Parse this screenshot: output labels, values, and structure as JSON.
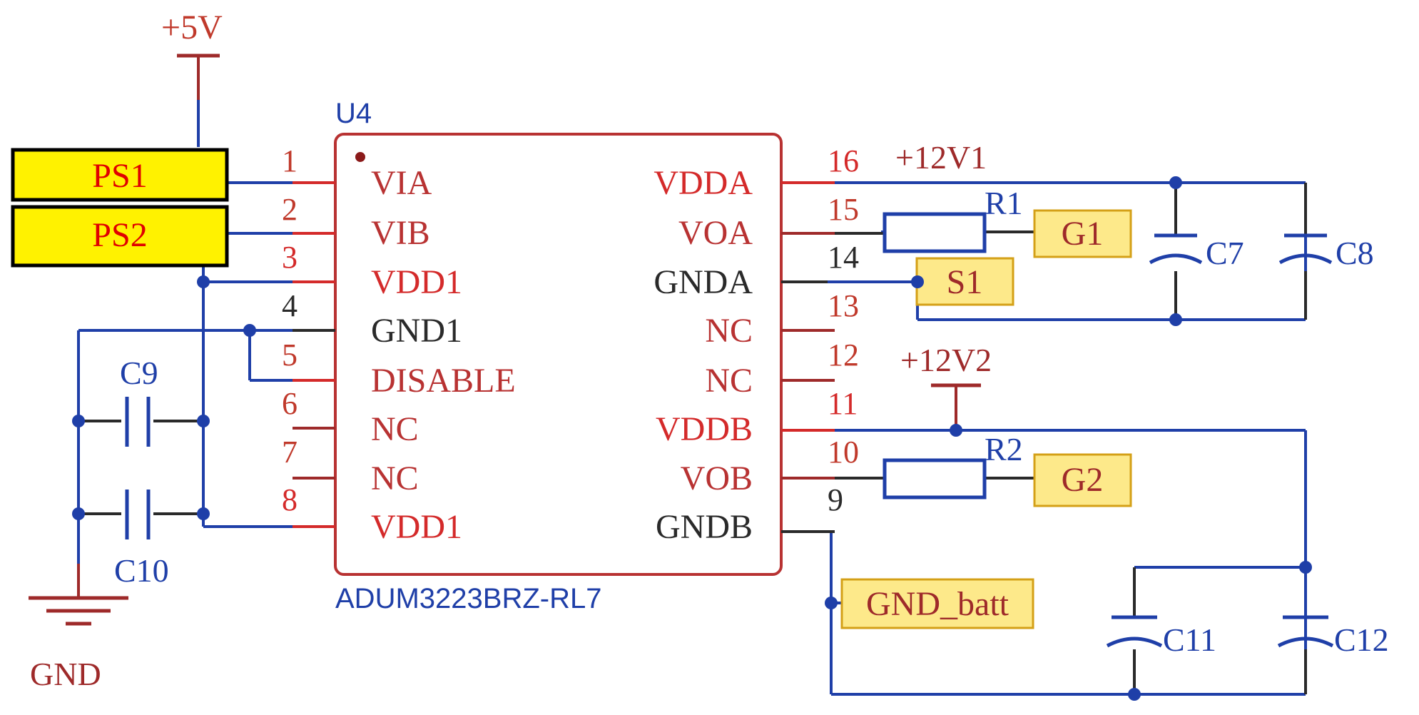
{
  "component": {
    "designator": "U4",
    "part_number": "ADUM3223BRZ-RL7"
  },
  "power": {
    "plus5v": "+5V",
    "gnd": "GND",
    "plus12v1": "+12V1",
    "plus12v2": "+12V2"
  },
  "pins_left": [
    {
      "num": "1",
      "name": "VIA"
    },
    {
      "num": "2",
      "name": "VIB"
    },
    {
      "num": "3",
      "name": "VDD1"
    },
    {
      "num": "4",
      "name": "GND1"
    },
    {
      "num": "5",
      "name": "DISABLE"
    },
    {
      "num": "6",
      "name": "NC"
    },
    {
      "num": "7",
      "name": "NC"
    },
    {
      "num": "8",
      "name": "VDD1"
    }
  ],
  "pins_right": [
    {
      "num": "16",
      "name": "VDDA"
    },
    {
      "num": "15",
      "name": "VOA"
    },
    {
      "num": "14",
      "name": "GNDA"
    },
    {
      "num": "13",
      "name": "NC"
    },
    {
      "num": "12",
      "name": "NC"
    },
    {
      "num": "11",
      "name": "VDDB"
    },
    {
      "num": "10",
      "name": "VOB"
    },
    {
      "num": "9",
      "name": "GNDB"
    }
  ],
  "ports": {
    "ps1": "PS1",
    "ps2": "PS2",
    "g1": "G1",
    "s1": "S1",
    "g2": "G2",
    "gnd_batt": "GND_batt"
  },
  "parts": {
    "r1": "R1",
    "r2": "R2",
    "c7": "C7",
    "c8": "C8",
    "c9": "C9",
    "c10": "C10",
    "c11": "C11",
    "c12": "C12"
  },
  "colors": {
    "wire": "#1f3fa8",
    "pin_red": "#d42a2a",
    "pin_dark": "#2a2a2a",
    "body": "#b83232",
    "port_fill": "#fff200",
    "label_fill": "#fde98a"
  }
}
